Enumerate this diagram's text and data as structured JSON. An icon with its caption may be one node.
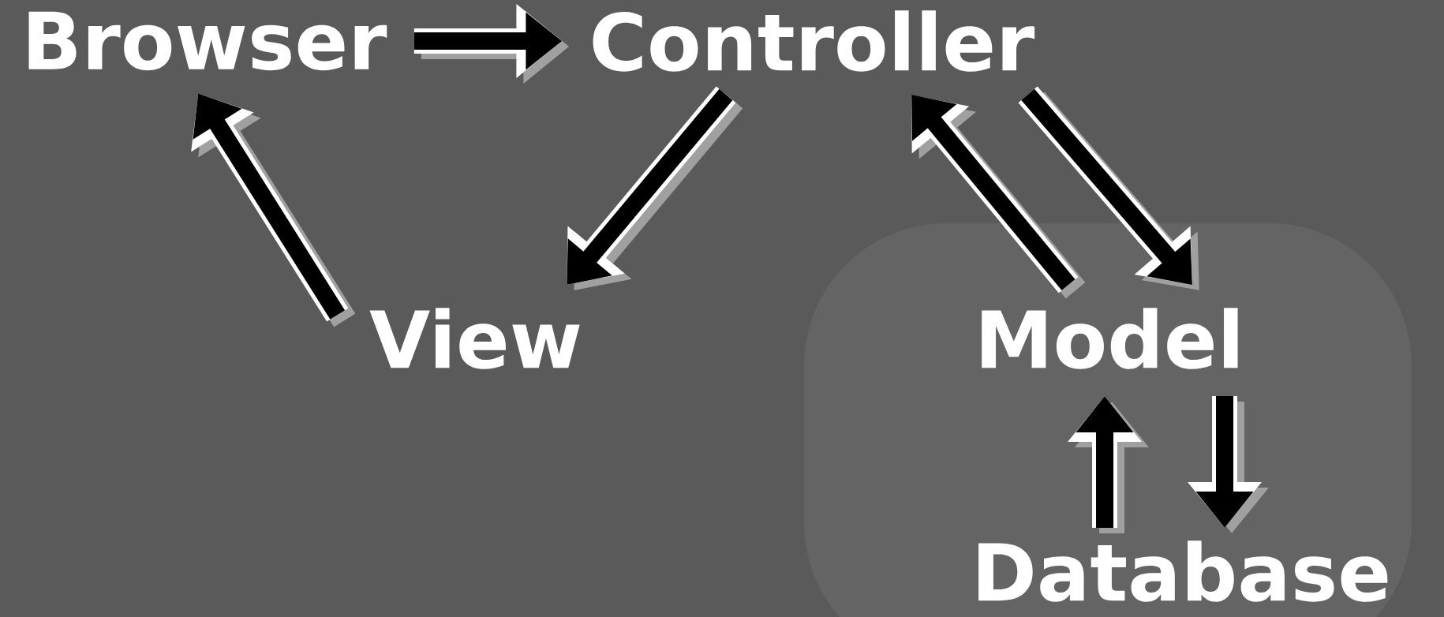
{
  "diagram": {
    "nodes": [
      {
        "text": [
          "Browser"
        ]
      },
      {
        "text": [
          "Controller"
        ]
      },
      {
        "text": [
          "View"
        ]
      },
      {
        "text": [],
        "shape": "box"
      },
      {
        "text": [
          "Model"
        ],
        "in": 3
      },
      {
        "text": [
          "Database"
        ],
        "in": 3
      }
    ],
    "edges": [
      {
        "from": 0,
        "to": 1,
        "arrow": "to"
      },
      {
        "from": 1,
        "to": 2,
        "arrow": "to"
      },
      {
        "from": 2,
        "to": 0,
        "arrow": "to"
      },
      {
        "from": 4,
        "to": 1,
        "arrow": "to"
      },
      {
        "from": 1,
        "to": 4,
        "arrow": "to"
      },
      {
        "from": 5,
        "to": 4,
        "arrow": "to"
      },
      {
        "from": 4,
        "to": 5,
        "arrow": "to"
      }
    ]
  }
}
